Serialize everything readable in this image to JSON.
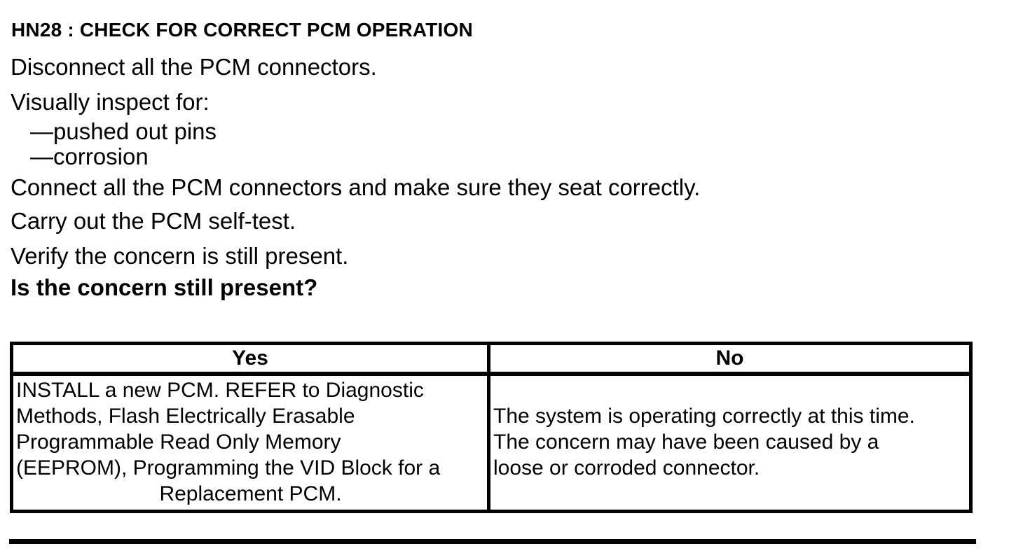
{
  "doc": {
    "heading": "HN28 : CHECK FOR CORRECT PCM OPERATION",
    "body_lines": [
      "Disconnect all the PCM connectors.",
      "Visually inspect for:",
      "—pushed out pins",
      "—corrosion",
      "Connect all the PCM connectors and make sure they seat correctly.",
      "Carry out the PCM self-test.",
      "Verify the concern is still present.",
      "Is the concern still present?"
    ],
    "results_table": {
      "yes_header": "Yes",
      "no_header": "No",
      "yes_lines": [
        "INSTALL a new PCM. REFER to Diagnostic",
        "Methods, Flash Electrically Erasable",
        "Programmable Read Only Memory",
        "(EEPROM), Programming the VID Block for a",
        "Replacement PCM."
      ],
      "no_lines": [
        "The system is operating correctly at this time.",
        "The concern may have been caused by a",
        "loose or corroded connector."
      ]
    },
    "colors": {
      "text": "#000000",
      "background": "#ffffff",
      "border": "#000000"
    }
  }
}
